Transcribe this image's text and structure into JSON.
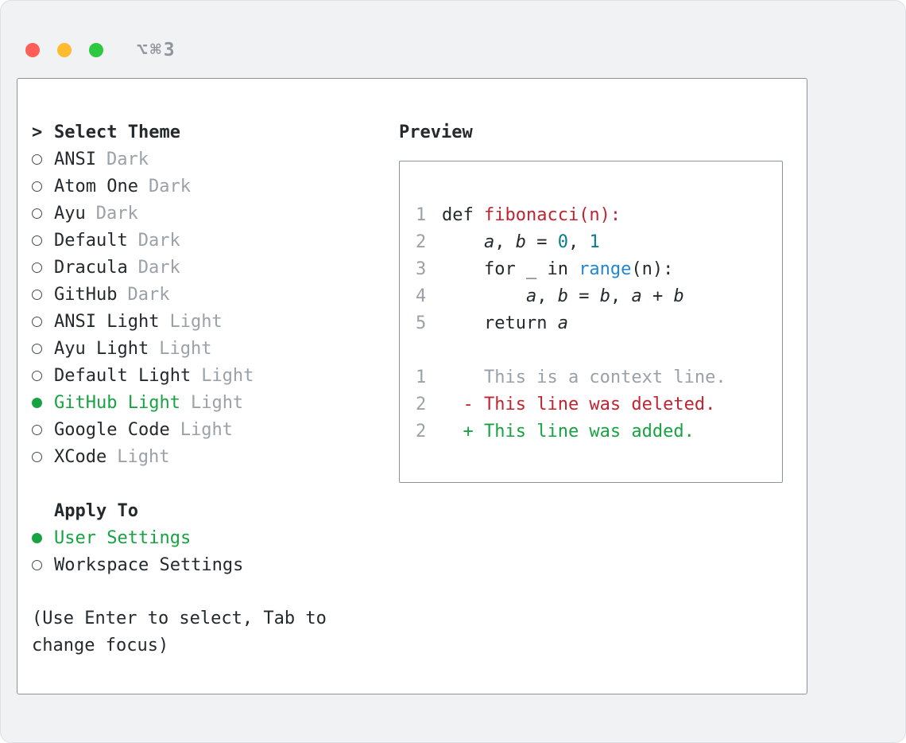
{
  "window": {
    "shortcut_label": "⌥⌘3"
  },
  "colors": {
    "fg": "#24292e",
    "gray": "#9aa1a8",
    "green": "#17a342",
    "red": "#bf2430",
    "teal": "#0a7d8c",
    "blue": "#2086d6"
  },
  "theme_selector": {
    "cursor": ">",
    "title": "Select Theme",
    "items": [
      {
        "name": "ANSI",
        "variant": "Dark",
        "selected": false
      },
      {
        "name": "Atom One",
        "variant": "Dark",
        "selected": false
      },
      {
        "name": "Ayu",
        "variant": "Dark",
        "selected": false
      },
      {
        "name": "Default",
        "variant": "Dark",
        "selected": false
      },
      {
        "name": "Dracula",
        "variant": "Dark",
        "selected": false
      },
      {
        "name": "GitHub",
        "variant": "Dark",
        "selected": false
      },
      {
        "name": "ANSI Light",
        "variant": "Light",
        "selected": false
      },
      {
        "name": "Ayu Light",
        "variant": "Light",
        "selected": false
      },
      {
        "name": "Default Light",
        "variant": "Light",
        "selected": false
      },
      {
        "name": "GitHub Light",
        "variant": "Light",
        "selected": true
      },
      {
        "name": "Google Code",
        "variant": "Light",
        "selected": false
      },
      {
        "name": "XCode",
        "variant": "Light",
        "selected": false
      }
    ]
  },
  "apply_to": {
    "title": "Apply To",
    "options": [
      {
        "label": "User Settings",
        "selected": true
      },
      {
        "label": "Workspace Settings",
        "selected": false
      }
    ]
  },
  "help_text": "(Use Enter to select, Tab to change focus)",
  "preview": {
    "title": "Preview",
    "lines": [
      {
        "num": "1",
        "tokens": [
          {
            "t": "def ",
            "c": "fg"
          },
          {
            "t": "fibonacci(n):",
            "c": "red"
          }
        ]
      },
      {
        "num": "2",
        "tokens": [
          {
            "t": "    ",
            "c": "fg"
          },
          {
            "t": "a",
            "c": "fg",
            "i": true
          },
          {
            "t": ", ",
            "c": "fg"
          },
          {
            "t": "b",
            "c": "fg",
            "i": true
          },
          {
            "t": " = ",
            "c": "fg"
          },
          {
            "t": "0",
            "c": "teal"
          },
          {
            "t": ", ",
            "c": "fg"
          },
          {
            "t": "1",
            "c": "teal"
          }
        ]
      },
      {
        "num": "3",
        "tokens": [
          {
            "t": "    for _ in ",
            "c": "fg"
          },
          {
            "t": "range",
            "c": "blue"
          },
          {
            "t": "(n):",
            "c": "fg"
          }
        ]
      },
      {
        "num": "4",
        "tokens": [
          {
            "t": "        ",
            "c": "fg"
          },
          {
            "t": "a",
            "c": "fg",
            "i": true
          },
          {
            "t": ", ",
            "c": "fg"
          },
          {
            "t": "b",
            "c": "fg",
            "i": true
          },
          {
            "t": " = ",
            "c": "fg"
          },
          {
            "t": "b",
            "c": "fg",
            "i": true
          },
          {
            "t": ", ",
            "c": "fg"
          },
          {
            "t": "a",
            "c": "fg",
            "i": true
          },
          {
            "t": " + ",
            "c": "fg"
          },
          {
            "t": "b",
            "c": "fg",
            "i": true
          }
        ]
      },
      {
        "num": "5",
        "tokens": [
          {
            "t": "    return ",
            "c": "fg"
          },
          {
            "t": "a",
            "c": "fg",
            "i": true
          }
        ]
      },
      {
        "num": "",
        "tokens": []
      },
      {
        "num": "1",
        "tokens": [
          {
            "t": "    This is a context line.",
            "c": "gray"
          }
        ]
      },
      {
        "num": "2",
        "tokens": [
          {
            "t": "  - This line was deleted.",
            "c": "red"
          }
        ]
      },
      {
        "num": "2",
        "tokens": [
          {
            "t": "  + This line was added.",
            "c": "green"
          }
        ]
      }
    ]
  }
}
